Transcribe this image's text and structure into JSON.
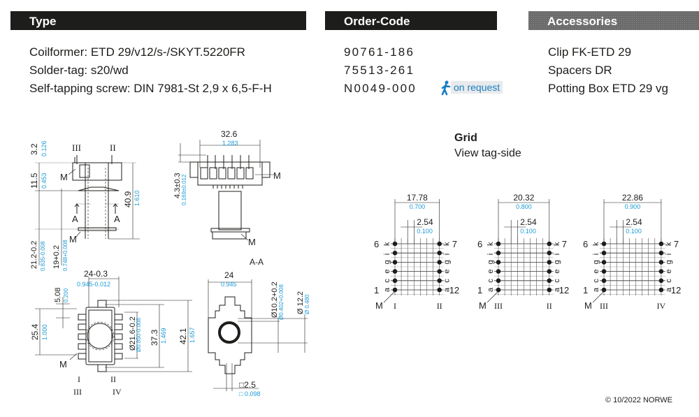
{
  "headers": {
    "type": "Type",
    "order_code": "Order-Code",
    "accessories": "Accessories"
  },
  "type_lines": [
    "Coilformer:  ETD 29/v12/s-/SKYT.5220FR",
    "Solder-tag:  s20/wd",
    "Self-tapping screw:  DIN 7981-St 2,9 x 6,5-F-H"
  ],
  "order_codes": [
    "90761-186",
    "75513-261",
    "N0049-000"
  ],
  "on_request": {
    "label": "on request",
    "icon": "running-person-icon"
  },
  "accessories": [
    "Clip FK-ETD 29",
    "Spacers DR",
    "Potting Box ETD 29 vg"
  ],
  "colors": {
    "header_dark": "#1d1d1b",
    "header_gray": "#6b6b6b",
    "inch_blue": "#1a9ad6"
  },
  "drawings": {
    "side_view": {
      "dims": [
        {
          "mm": "3.2",
          "inch": "0.126"
        },
        {
          "mm": "11.5",
          "inch": "0.453"
        },
        {
          "mm": "40.9",
          "inch": "1.610"
        },
        {
          "mm": "21.2-0.2",
          "inch": "0.835-0.008"
        },
        {
          "mm": "19+0.2",
          "inch": "0.748+0.008"
        }
      ],
      "pin_groups": [
        "III",
        "II"
      ],
      "markers": [
        "M",
        "M",
        "A",
        "A"
      ]
    },
    "front_view": {
      "dims": [
        {
          "mm": "32.6",
          "inch": "1.283"
        },
        {
          "mm": "4.3±0.3",
          "inch": "0.169±0.012"
        }
      ],
      "markers": [
        "M",
        "M"
      ]
    },
    "section_label": "A-A",
    "bottom_view": {
      "dims": [
        {
          "mm": "24-0.3",
          "inch": "0.945-0.012"
        },
        {
          "mm": "5.08",
          "inch": "0.200"
        },
        {
          "mm": "25.4",
          "inch": "1.000"
        },
        {
          "mm": "Ø21.6-0.2",
          "inch": "Ø0.850-0.008"
        },
        {
          "mm": "37.3",
          "inch": "1.469"
        },
        {
          "mm": "42.1",
          "inch": "1.657"
        }
      ],
      "marker": "M",
      "pin_groups": [
        "I",
        "II",
        "III",
        "IV"
      ]
    },
    "section_view": {
      "dims": [
        {
          "mm": "24",
          "inch": "0.945"
        },
        {
          "mm": "Ø10.2+0.2",
          "inch": "Ø0.402+0.008"
        },
        {
          "mm": "Ø 12.2",
          "inch": "Ø 0.480"
        },
        {
          "mm": "□2.5",
          "inch": "□ 0.098"
        }
      ]
    }
  },
  "grid": {
    "title": "Grid",
    "subtitle": "View tag-side",
    "pitch": {
      "mm": "2.54",
      "inch": "0.100"
    },
    "row_letters": [
      "k",
      "i",
      "g",
      "e",
      "c",
      "a"
    ],
    "pin_first": [
      "6",
      "1"
    ],
    "pin_last": [
      "7",
      "12"
    ],
    "marker": "M",
    "variants": [
      {
        "width_mm": "17.78",
        "width_inch": "0.700",
        "left_group": "I",
        "right_group": "II"
      },
      {
        "width_mm": "20.32",
        "width_inch": "0.800",
        "left_group": "III",
        "right_group": "II"
      },
      {
        "width_mm": "22.86",
        "width_inch": "0.900",
        "left_group": "III",
        "right_group": "IV"
      }
    ]
  },
  "copyright": "© 10/2022 NORWE"
}
